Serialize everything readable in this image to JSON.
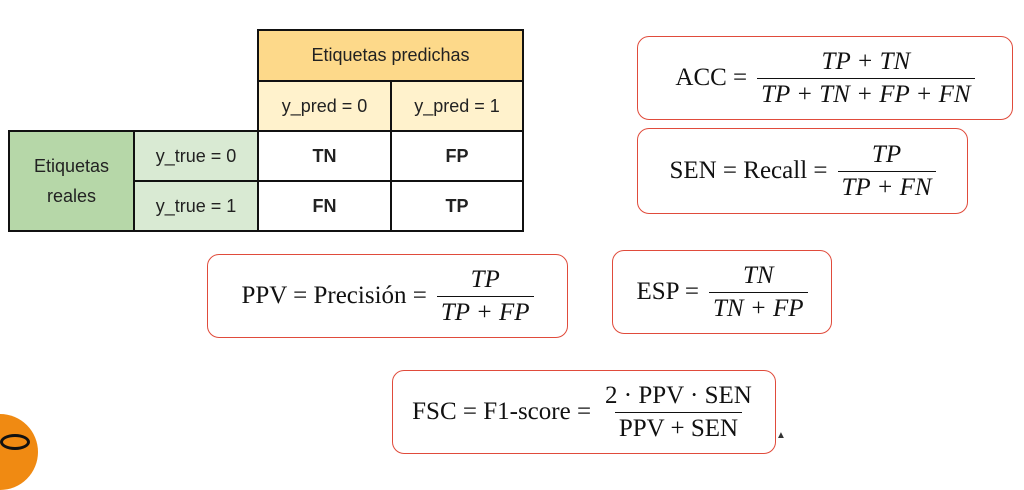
{
  "matrix": {
    "predicted_header": "Etiquetas predichas",
    "pred_cols": [
      "y_pred = 0",
      "y_pred = 1"
    ],
    "actual_header": "Etiquetas reales",
    "true_rows": [
      "y_true = 0",
      "y_true = 1"
    ],
    "cells": [
      [
        "TN",
        "FP"
      ],
      [
        "FN",
        "TP"
      ]
    ]
  },
  "formulas": {
    "acc": {
      "lhs": "ACC =",
      "num": "TP + TN",
      "den": "TP + TN + FP + FN"
    },
    "sen": {
      "lhs": "SEN = Recall =",
      "num": "TP",
      "den": "TP + FN"
    },
    "ppv": {
      "lhs": "PPV = Precisión =",
      "num": "TP",
      "den": "TP + FP"
    },
    "esp": {
      "lhs": "ESP =",
      "num": "TN",
      "den": "TN + FP"
    },
    "fsc": {
      "lhs": "FSC = F1-score =",
      "num": "2 · PPV · SEN",
      "den": "PPV + SEN"
    }
  },
  "colors": {
    "header_yellow": "#fdd98a",
    "subheader_yellow": "#fff2cc",
    "green": "#b6d7a8",
    "light_green": "#d9ead3",
    "box_border": "#e04b3b"
  }
}
